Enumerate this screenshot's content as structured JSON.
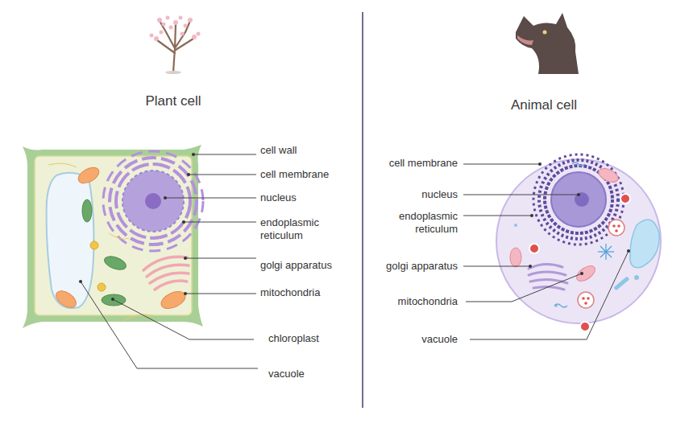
{
  "diagram": {
    "labels": [
      "Plant cell",
      "cell wall",
      "cell membrane",
      "nucleus",
      "endoplasmic reticulum",
      "golgi apparatus",
      "mitochondria",
      "chloroplast",
      "vacuole",
      "Animal cell",
      "cell membrane",
      "nucleus",
      "endoplasmic reticulum",
      "golgi apparatus",
      "mitochondria",
      "vacuole"
    ]
  }
}
